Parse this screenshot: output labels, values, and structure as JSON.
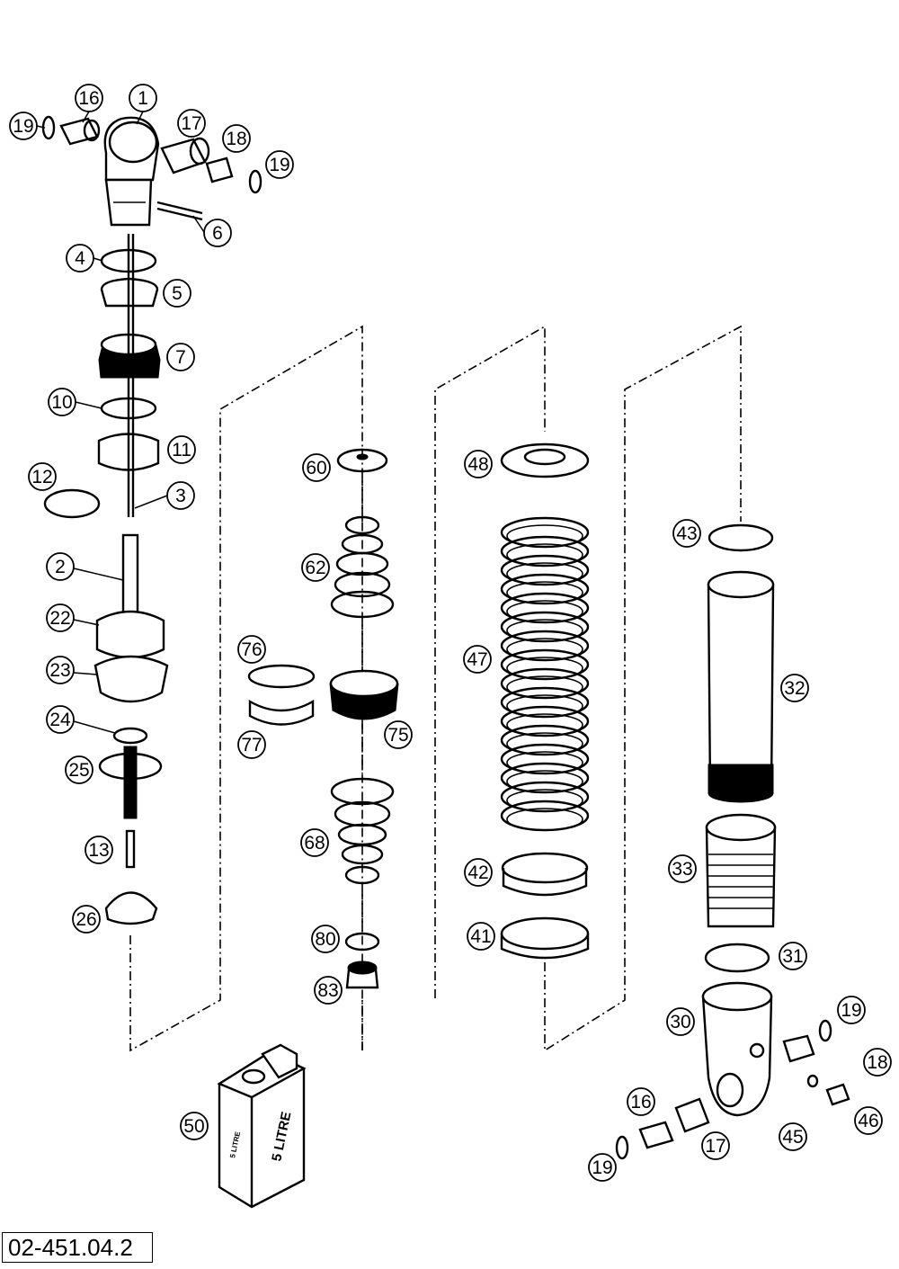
{
  "diagram": {
    "reference_number": "02-451.04.2",
    "oil_can_label": "5 LITRE",
    "oil_can_label_side": "5 LITRE",
    "callouts": [
      "1",
      "16",
      "19",
      "17",
      "18",
      "19",
      "6",
      "4",
      "5",
      "7",
      "10",
      "11",
      "12",
      "3",
      "2",
      "22",
      "23",
      "24",
      "25",
      "13",
      "26",
      "60",
      "62",
      "76",
      "77",
      "75",
      "68",
      "80",
      "83",
      "48",
      "47",
      "42",
      "41",
      "43",
      "32",
      "33",
      "31",
      "30",
      "19",
      "18",
      "46",
      "45",
      "16",
      "17",
      "19",
      "50"
    ]
  }
}
